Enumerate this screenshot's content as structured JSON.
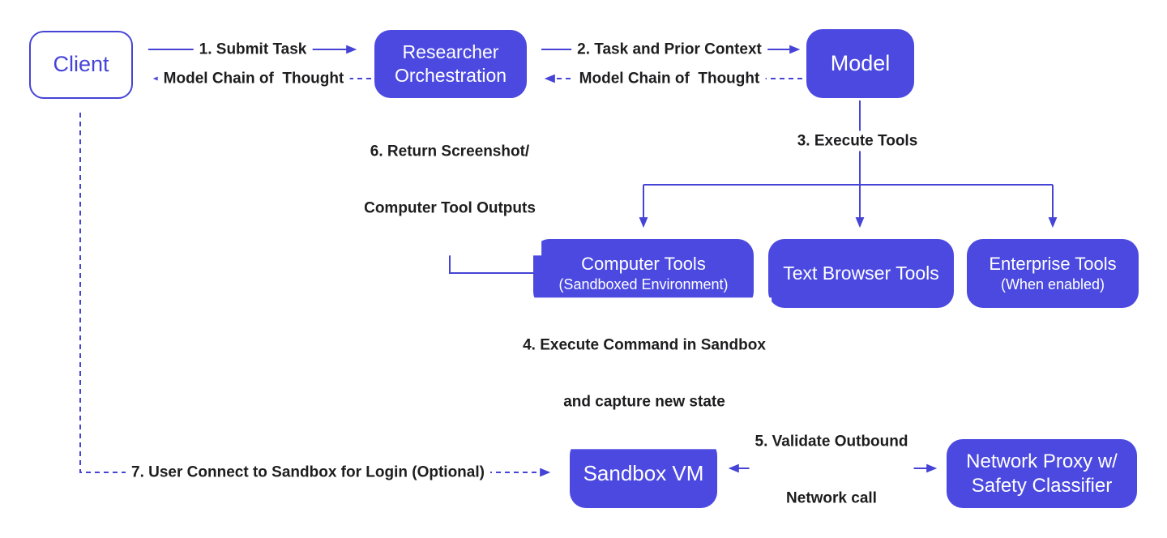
{
  "diagram": {
    "type": "flowchart",
    "colors": {
      "accent": "#4644d6",
      "node_fill": "#4b49e0",
      "node_text": "#ffffff",
      "label_text": "#1d1d1f",
      "background": "#ffffff"
    },
    "nodes": {
      "client": {
        "label": "Client"
      },
      "researcher_orchestration": {
        "line1": "Researcher",
        "line2": "Orchestration"
      },
      "model": {
        "label": "Model"
      },
      "computer_tools": {
        "line1": "Computer Tools",
        "line2": "(Sandboxed Environment)"
      },
      "text_browser_tools": {
        "label": "Text Browser Tools"
      },
      "enterprise_tools": {
        "line1": "Enterprise Tools",
        "line2": "(When enabled)"
      },
      "sandbox_vm": {
        "label": "Sandbox VM"
      },
      "network_proxy": {
        "line1": "Network Proxy w/",
        "line2": "Safety Classifier"
      }
    },
    "edge_labels": {
      "submit_task": {
        "label": "1. Submit Task"
      },
      "model_cot_to_client": {
        "label": "Model Chain of  Thought"
      },
      "task_and_prior_context": {
        "label": "2. Task and Prior Context"
      },
      "model_cot_to_orchestration": {
        "label": "Model Chain of  Thought"
      },
      "execute_tools": {
        "label": "3. Execute Tools"
      },
      "execute_command": {
        "line1": "4. Execute Command in Sandbox",
        "line2": "and capture new state"
      },
      "validate_outbound": {
        "line1": "5. Validate Outbound",
        "line2": "Network call"
      },
      "return_screenshot": {
        "line1": "6. Return Screenshot/",
        "line2": "Computer Tool Outputs"
      },
      "user_connect": {
        "label": "7. User Connect to Sandbox for Login (Optional)"
      }
    }
  }
}
